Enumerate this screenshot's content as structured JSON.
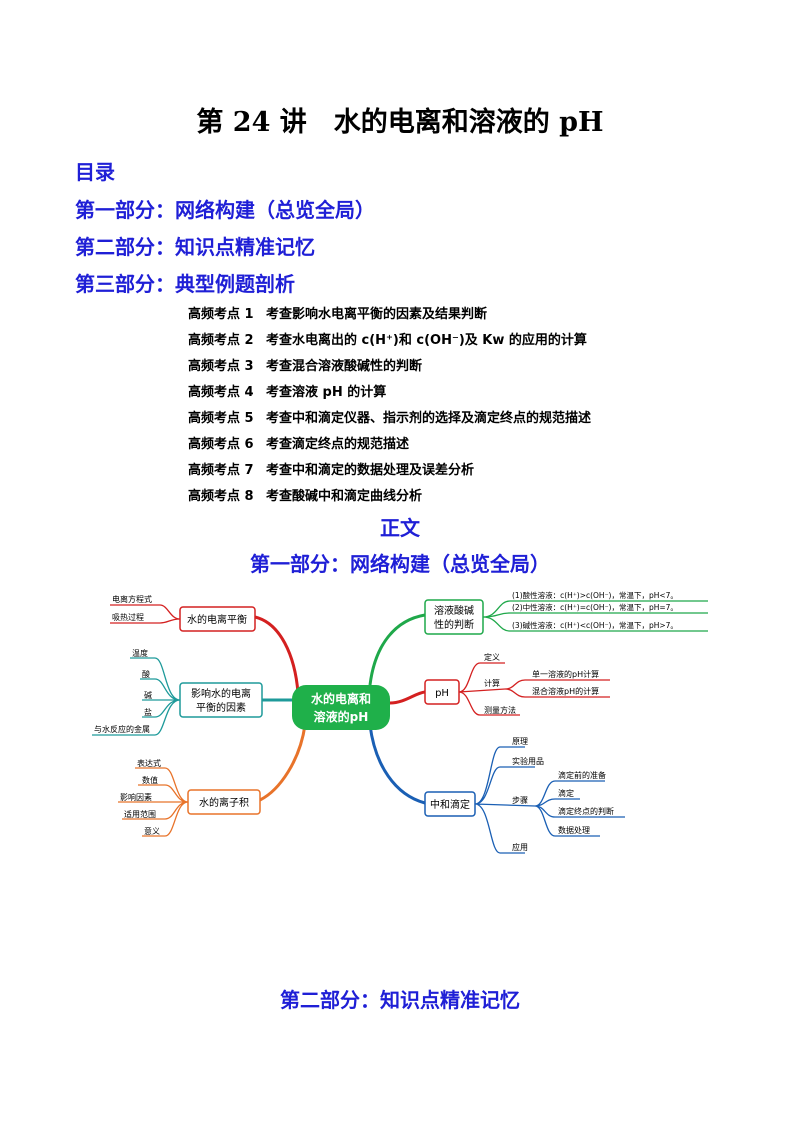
{
  "title": "第 24 讲　水的电离和溶液的 pH",
  "toc": {
    "heading": "目录",
    "parts": [
      "第一部分：网络构建（总览全局）",
      "第二部分：知识点精准记忆",
      "第三部分：典型例题剖析"
    ],
    "items": [
      {
        "code": "高频考点 1",
        "text": "考查影响水电离平衡的因素及结果判断"
      },
      {
        "code": "高频考点 2",
        "text": "考查水电离出的 c(H⁺)和 c(OH⁻)及 Kw 的应用的计算"
      },
      {
        "code": "高频考点 3",
        "text": "考查混合溶液酸碱性的判断"
      },
      {
        "code": "高频考点 4",
        "text": "考查溶液 pH 的计算"
      },
      {
        "code": "高频考点 5",
        "text": "考查中和滴定仪器、指示剂的选择及滴定终点的规范描述"
      },
      {
        "code": "高频考点 6",
        "text": "考查滴定终点的规范描述"
      },
      {
        "code": "高频考点 7",
        "text": "考查中和滴定的数据处理及误差分析"
      },
      {
        "code": "高频考点 8",
        "text": "考查酸碱中和滴定曲线分析"
      }
    ]
  },
  "body_heading": "正文",
  "part1_heading": "第一部分：网络构建（总览全局）",
  "part2_heading": "第二部分：知识点精准记忆",
  "mindmap": {
    "center": [
      "水的电离和",
      "溶液的pH"
    ],
    "colors": {
      "red": "#d42020",
      "teal": "#1e9a9a",
      "orange": "#e8732a",
      "green": "#1fa84a",
      "blue": "#1a5fb4",
      "center": "#1fb04a"
    },
    "b1": {
      "label": "水的电离平衡",
      "leaves": [
        "电离方程式",
        "吸热过程"
      ]
    },
    "b2": {
      "label": [
        "影响水的电离",
        "平衡的因素"
      ],
      "leaves": [
        "温度",
        "酸",
        "碱",
        "盐",
        "与水反应的金属"
      ]
    },
    "b3": {
      "label": "水的离子积",
      "leaves": [
        "表达式",
        "数值",
        "影响因素",
        "适用范围",
        "意义"
      ]
    },
    "b4": {
      "label": [
        "溶液酸碱",
        "性的判断"
      ],
      "leaves": [
        "(1)酸性溶液：c(H⁺)>c(OH⁻)，常温下，pH<7。",
        "(2)中性溶液：c(H⁺)=c(OH⁻)，常温下，pH=7。",
        "(3)碱性溶液：c(H⁺)<c(OH⁻)，常温下，pH>7。"
      ]
    },
    "b5": {
      "label": "pH",
      "leaves": [
        "定义",
        "计算",
        "测量方法"
      ],
      "sub": [
        "单一溶液的pH计算",
        "混合溶液pH的计算"
      ]
    },
    "b6": {
      "label": "中和滴定",
      "leaves": [
        "原理",
        "实验用品",
        "步骤",
        "应用"
      ],
      "sub": [
        "滴定前的准备",
        "滴定",
        "滴定终点的判断",
        "数据处理"
      ]
    }
  }
}
